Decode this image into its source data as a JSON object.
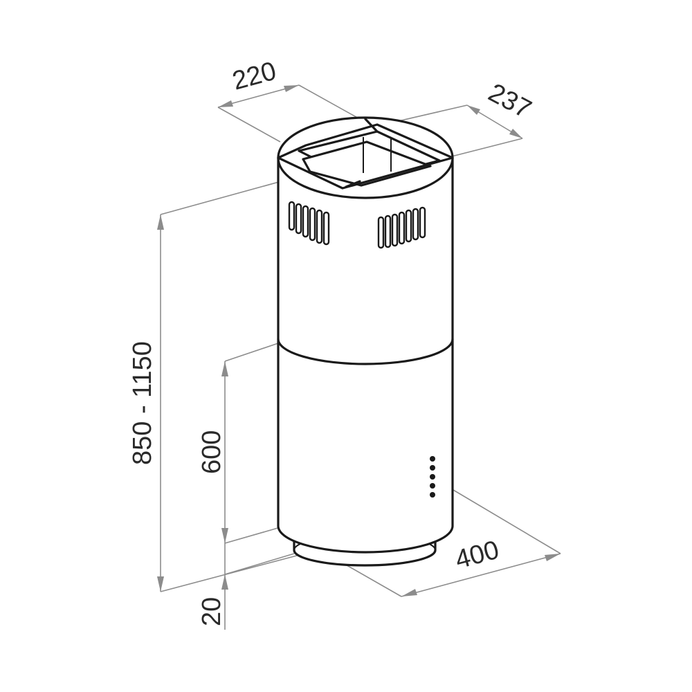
{
  "dimensions": {
    "top_width": "220",
    "top_depth": "237",
    "total_height": "850 - 1150",
    "lower_height": "600",
    "bottom_ring": "20",
    "diameter": "400"
  }
}
